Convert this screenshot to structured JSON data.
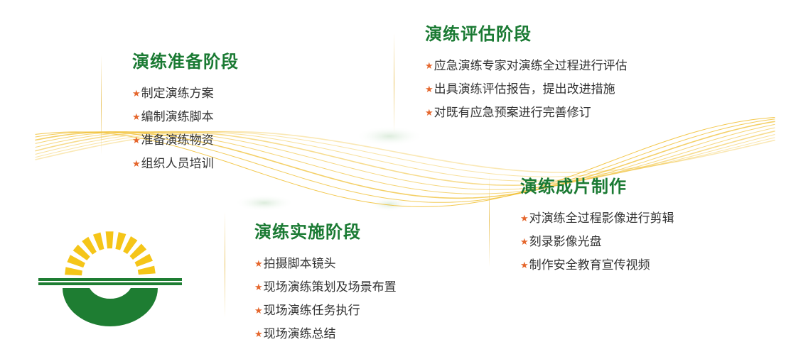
{
  "colors": {
    "title": "#1a7a33",
    "bullet": "#e5662c",
    "wave": "#f0bd2a",
    "logo_green": "#1e7d32",
    "logo_yellow": "#f5c518"
  },
  "bullet_icon": "star-icon",
  "logo_icon": "sunrise-bowl-logo-icon",
  "stages": [
    {
      "title": "演练准备阶段",
      "items": [
        "制定演练方案",
        "编制演练脚本",
        "准备演练物资",
        "组织人员培训"
      ]
    },
    {
      "title": "演练评估阶段",
      "items": [
        "应急演练专家对演练全过程进行评估",
        "出具演练评估报告，提出改进措施",
        "对既有应急预案进行完善修订"
      ]
    },
    {
      "title": "演练实施阶段",
      "items": [
        "拍摄脚本镜头",
        "现场演练策划及场景布置",
        "现场演练任务执行",
        "现场演练总结"
      ]
    },
    {
      "title": "演练成片制作",
      "items": [
        "对演练全过程影像进行剪辑",
        "刻录影像光盘",
        "制作安全教育宣传视频"
      ]
    }
  ]
}
